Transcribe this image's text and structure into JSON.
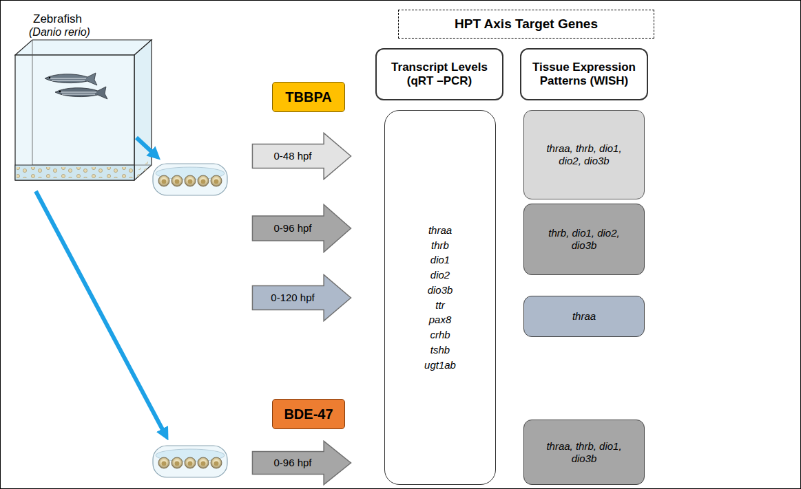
{
  "diagram": {
    "nodes": [
      {
        "text": [
          "HPT Axis Target Genes"
        ]
      },
      {
        "text": [
          "TBBPA"
        ]
      },
      {
        "text": [
          "Transcript Levels (qRT –PCR)"
        ]
      },
      {
        "text": [
          "Tissue Expression Patterns (WISH)"
        ]
      },
      {
        "text": [
          "0-48 hpf"
        ]
      },
      {
        "text": [
          "thraa, thrb, dio1, dio2, dio3b"
        ]
      },
      {
        "text": [
          "0-96 hpf"
        ]
      },
      {
        "text": [
          "thraa",
          "thrb",
          "dio1",
          "dio2",
          "dio3b",
          "ttr",
          "pax8",
          "crhb",
          "tshb",
          "ugt1ab"
        ]
      },
      {
        "text": [
          "thrb, dio1, dio2, dio3b"
        ]
      },
      {
        "text": [
          "0-120 hpf"
        ]
      },
      {
        "text": [
          "thraa"
        ]
      },
      {
        "text": [
          "BDE-47"
        ]
      },
      {
        "text": [
          "0-96 hpf"
        ]
      },
      {
        "text": [
          "thraa, thrb, dio1, dio3b"
        ]
      }
    ],
    "labels": [
      "Zebrafish",
      "(Danio rerio)"
    ]
  }
}
